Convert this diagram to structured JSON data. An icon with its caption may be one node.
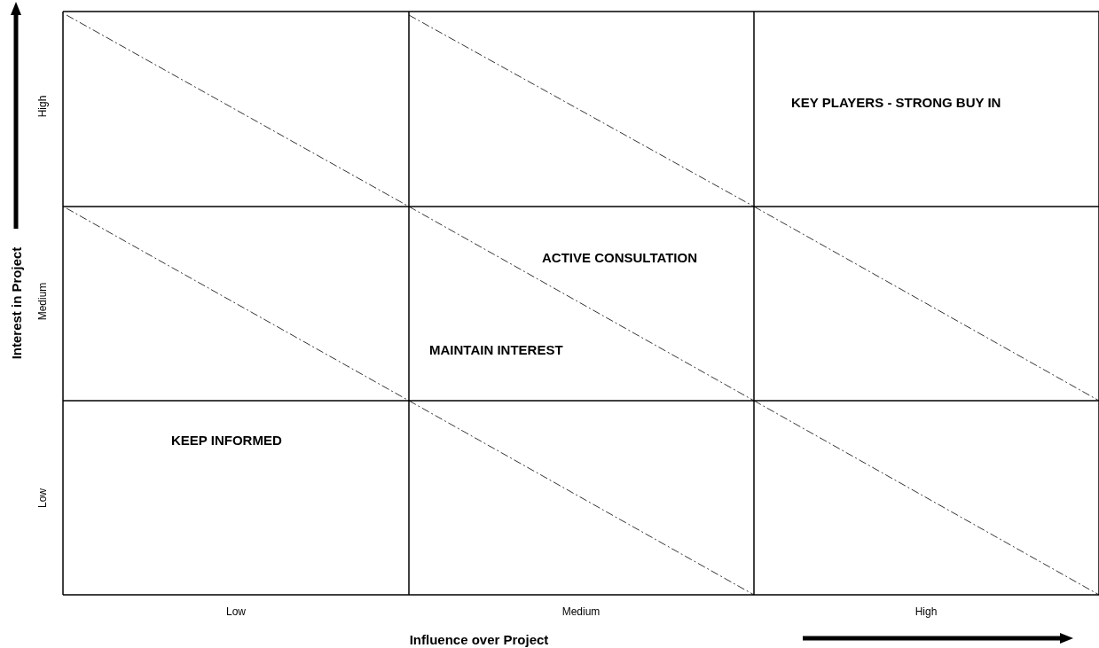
{
  "diagram": {
    "labels": [
      "High",
      "KEY PLAYERS - STRONG BUY IN",
      "ACTIVE CONSULTATION",
      "Interest in Project",
      "Medium",
      "MAINTAIN INTEREST",
      "KEEP INFORMED",
      "Low",
      "Low",
      "Medium",
      "High",
      "Influence over Project"
    ]
  }
}
